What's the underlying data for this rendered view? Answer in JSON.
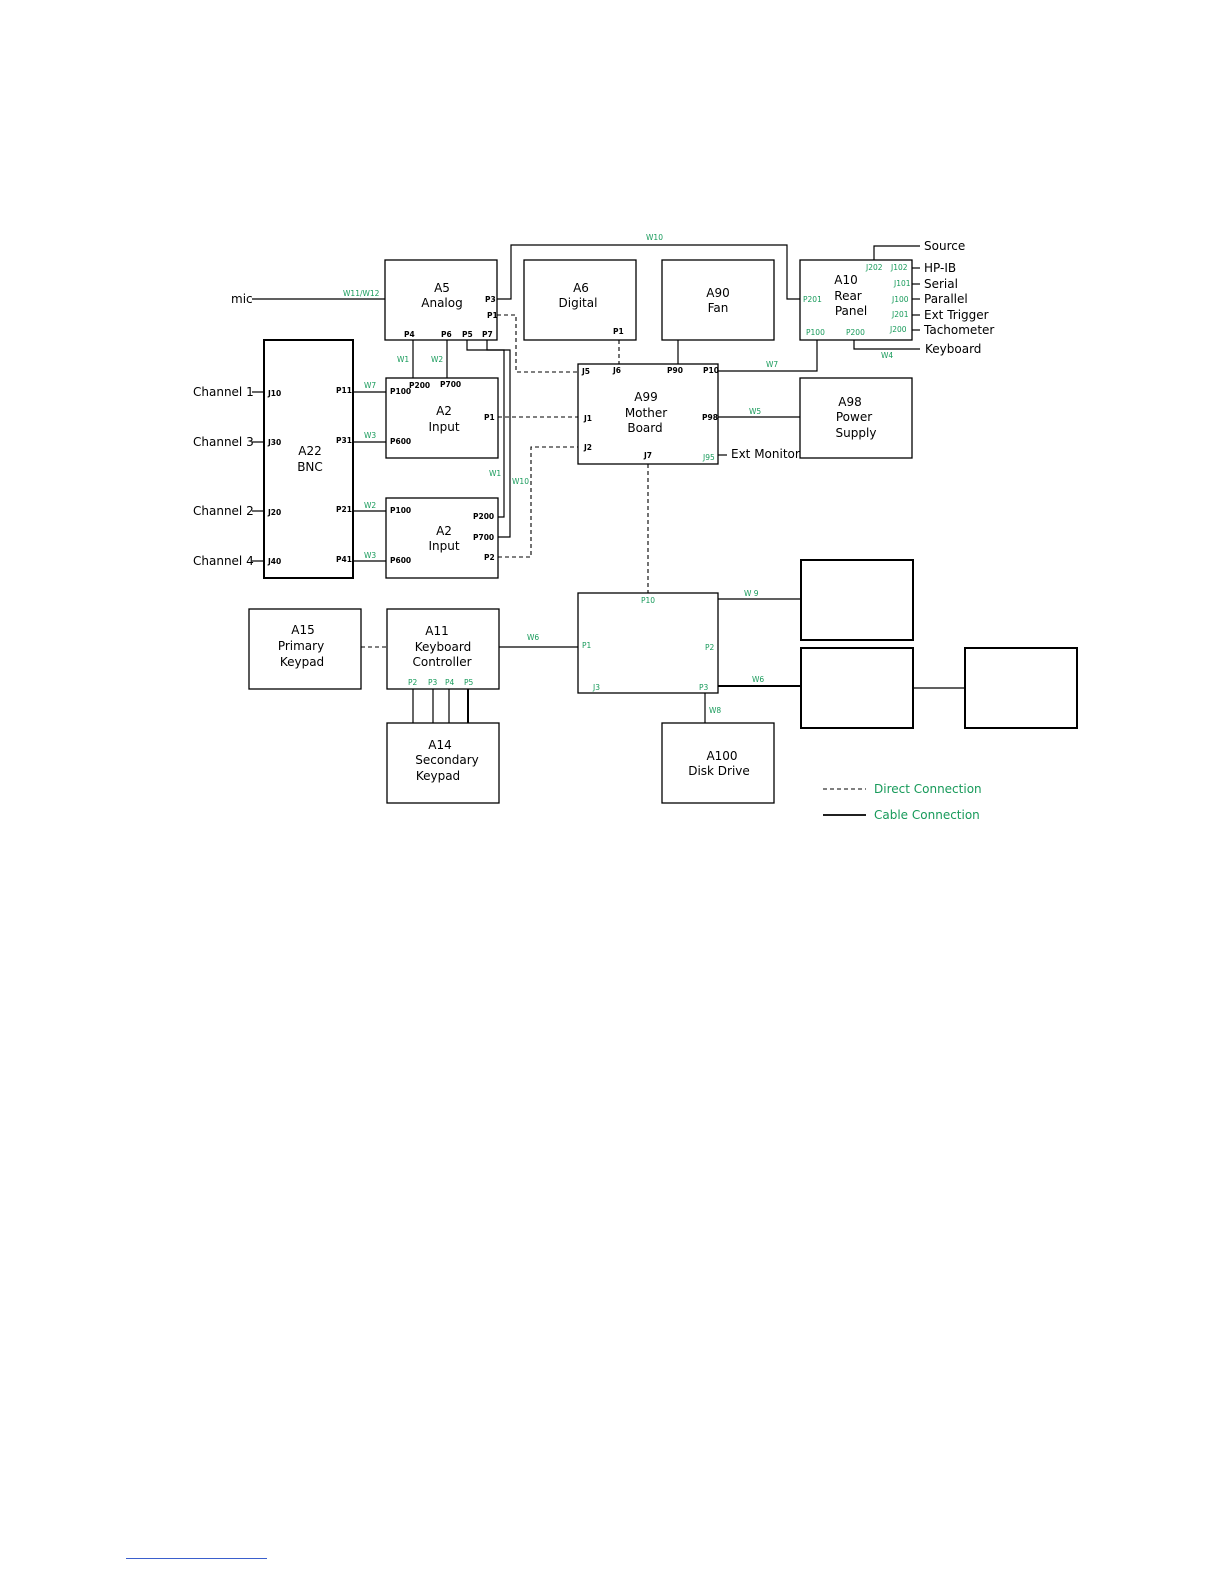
{
  "blocks": {
    "a5": [
      "A5",
      "Analog"
    ],
    "a6": [
      "A6",
      "Digital"
    ],
    "a90": [
      "A90",
      "Fan"
    ],
    "a10": [
      "A10",
      "Rear",
      "Panel"
    ],
    "a22": [
      "A22",
      "BNC"
    ],
    "a2_top": [
      "A2",
      "Input"
    ],
    "a2_bot": [
      "A2",
      "Input"
    ],
    "a99": [
      "A99",
      "Mother",
      "Board"
    ],
    "a98": [
      "A98",
      "Power",
      "Supply"
    ],
    "a15": [
      "A15",
      "Primary",
      "Keypad"
    ],
    "a11": [
      "A11",
      "Keyboard",
      "Controller"
    ],
    "a14": [
      "A14",
      "Secondary",
      "Keypad"
    ],
    "a100": [
      "A100",
      "Disk Drive"
    ]
  },
  "ports": {
    "a5_p3": "P3",
    "a5_p1": "P1",
    "a5_p4": "P4",
    "a5_p6": "P6",
    "a5_p5": "P5",
    "a5_p7": "P7",
    "a6_p1": "P1",
    "a10_p201": "P201",
    "a10_p100": "P100",
    "a10_p200": "P200",
    "a10_j202": "J202",
    "a10_j102": "J102",
    "a10_j101": "J101",
    "a10_j100": "J100",
    "a10_j201": "J201",
    "a10_j200": "J200",
    "a22_j10": "J10",
    "a22_j30": "J30",
    "a22_j20": "J20",
    "a22_j40": "J40",
    "a22_p11": "P11",
    "a22_p31": "P31",
    "a22_p21": "P21",
    "a22_p41": "P41",
    "a2t_p200": "P200",
    "a2t_p700": "P700",
    "a2t_p100": "P100",
    "a2t_p600": "P600",
    "a2t_p1": "P1",
    "a2b_p100": "P100",
    "a2b_p600": "P600",
    "a2b_p200": "P200",
    "a2b_p700": "P700",
    "a2b_p2": "P2",
    "a99_j5": "J5",
    "a99_j6": "J6",
    "a99_p90": "P90",
    "a99_p10": "P10",
    "a99_j1": "J1",
    "a99_p98": "P98",
    "a99_j2": "J2",
    "a99_j7": "J7",
    "a99_j95": "J95",
    "low_p10": "P10",
    "low_p1": "P1",
    "low_p2": "P2",
    "low_j3": "J3",
    "low_p3": "P3",
    "a11_p2": "P2",
    "a11_p3": "P3",
    "a11_p4": "P4",
    "a11_p5": "P5"
  },
  "wires": {
    "w10_top": "W10",
    "w11w12": "W11/W12",
    "w1_top": "W1",
    "w2_top": "W2",
    "w7_ch1": "W7",
    "w3_ch3": "W3",
    "w2_ch2": "W2",
    "w3_ch4": "W3",
    "w1_mid": "W1",
    "w10_mid": "W10",
    "w7_right": "W7",
    "w4": "W4",
    "w5": "W5",
    "w9": "W 9",
    "w6_left": "W6",
    "w6_right": "W6",
    "w8": "W8"
  },
  "external": {
    "mic": "mic",
    "channel1": "Channel  1",
    "channel3": "Channel  3",
    "channel2": "Channel  2",
    "channel4": "Channel  4",
    "source": "Source",
    "hpib": "HP-IB",
    "serial": "Serial",
    "parallel": "Parallel",
    "ext_trigger": "Ext Trigger",
    "tachometer": "Tachometer",
    "keyboard": "Keyboard",
    "ext_monitor": "Ext Monitor"
  },
  "legend": {
    "direct": "Direct Connection",
    "cable": "Cable Connection"
  },
  "colors": {
    "line": "#000000",
    "label_green": "#179a5a",
    "footer_line": "#3a5fcd"
  }
}
